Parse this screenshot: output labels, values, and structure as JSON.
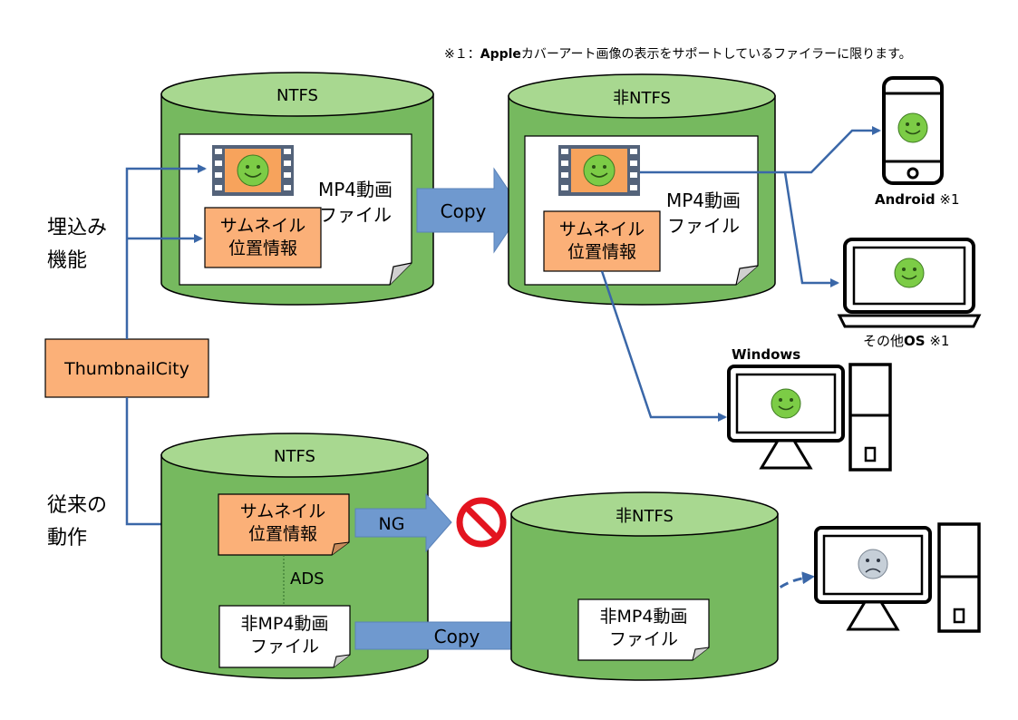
{
  "note": {
    "prefix": "※１：",
    "brand": "Apple",
    "text": "カバーアート画像の表示をサポートしているファイラーに限ります。"
  },
  "top_section": {
    "label_line1": "埋込み",
    "label_line2": "機能",
    "source_disk": "NTFS",
    "source_file_line1": "MP4動画",
    "source_file_line2": "ファイル",
    "thumb_line1": "サムネイル",
    "thumb_line2": "位置情報",
    "copy_arrow": "Copy",
    "dest_disk": "非NTFS",
    "dest_file_line1": "MP4動画",
    "dest_file_line2": "ファイル",
    "dest_thumb_line1": "サムネイル",
    "dest_thumb_line2": "位置情報"
  },
  "center": {
    "tool_name": "ThumbnailCity"
  },
  "devices": {
    "android_name": "Android",
    "android_note": " ※1",
    "other_os_prefix": "その他",
    "other_os_name": "OS",
    "other_os_note": " ※1",
    "windows_name": "Windows"
  },
  "bottom_section": {
    "label_line1": "従来の",
    "label_line2": "動作",
    "source_disk": "NTFS",
    "thumb_line1": "サムネイル",
    "thumb_line2": "位置情報",
    "ng_arrow": "NG",
    "ads_label": "ADS",
    "file_line1": "非MP4動画",
    "file_line2": "ファイル",
    "copy_arrow": "Copy",
    "dest_disk": "非NTFS",
    "dest_file_line1": "非MP4動画",
    "dest_file_line2": "ファイル"
  },
  "colors": {
    "disk_body": "#76b95f",
    "disk_top": "#a8d890",
    "thumb_box": "#fbb078",
    "tool_box": "#fbb078",
    "arrow_fill": "#6f99cf",
    "connector": "#3a67a8",
    "smiley": "#7ccc46",
    "sad": "#c6cfd8",
    "no_sign": "#e3141f"
  }
}
